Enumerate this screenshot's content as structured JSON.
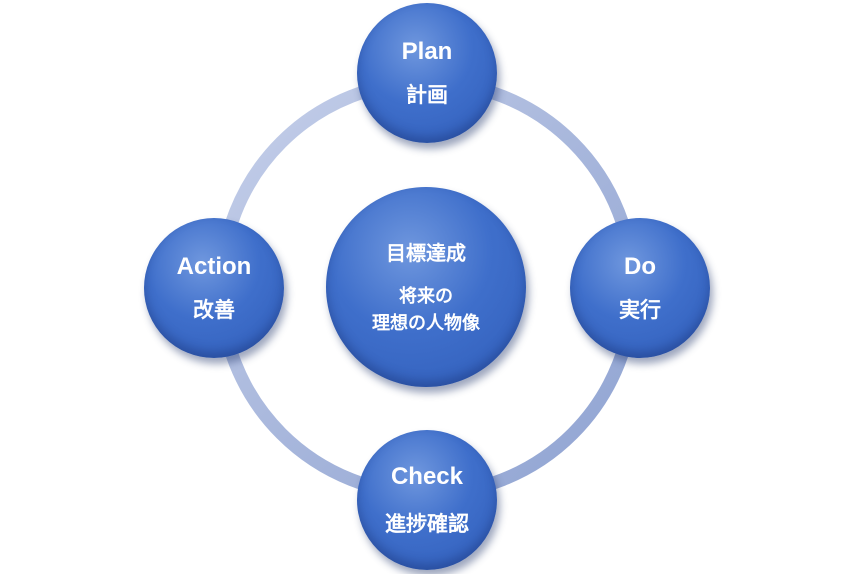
{
  "cycle": {
    "plan": {
      "en": "Plan",
      "ja": "計画"
    },
    "do": {
      "en": "Do",
      "ja": "実行"
    },
    "check": {
      "en": "Check",
      "ja": "進捗確認"
    },
    "action": {
      "en": "Action",
      "ja": "改善"
    }
  },
  "center": {
    "title": "目標達成",
    "line1": "将来の",
    "line2": "理想の人物像"
  },
  "colors": {
    "node": "#3f6fcb",
    "ring": "#a9b8db",
    "text": "#ffffff"
  }
}
